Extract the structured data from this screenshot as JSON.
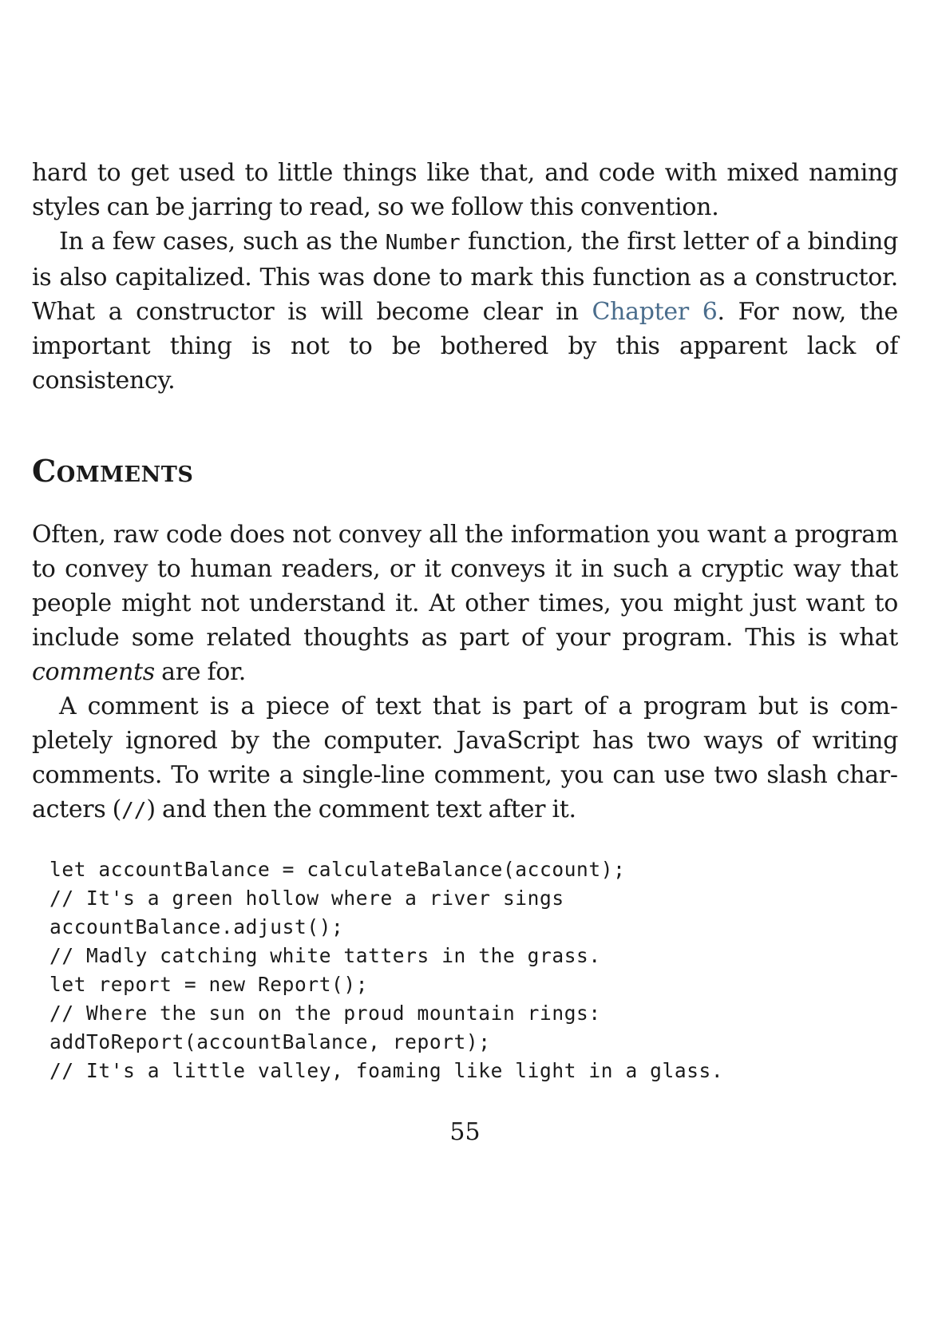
{
  "paragraphs": {
    "p1": "hard to get used to little things like that, and code with mixed naming styles can be jarring to read, so we follow this convention.",
    "p2_before_code": "In a few cases, such as the ",
    "p2_code": "Number",
    "p2_mid": " function, the first letter of a binding is also capitalized. This was done to mark this function as a construc­tor. What a constructor is will become clear in ",
    "p2_link": "Chapter 6",
    "p2_after": ". For now, the important thing is not to be bothered by this apparent lack of consistency.",
    "p3_before": "Often, raw code does not convey all the information you want a program to convey to human readers, or it conveys it in such a cryptic way that people might not understand it. At other times, you might just want to include some related thoughts as part of your program. This is what ",
    "p3_em": "comments",
    "p3_after": " are for.",
    "p4_before": "A comment is a piece of text that is part of a program but is com­pletely ignored by the computer. JavaScript has two ways of writing comments. To write a single-line comment, you can use two slash char­acters (",
    "p4_code": "//",
    "p4_after": ") and then the comment text after it."
  },
  "section": {
    "title": "Comments"
  },
  "code_lines": [
    "let accountBalance = calculateBalance(account);",
    "// It's a green hollow where a river sings",
    "accountBalance.adjust();",
    "// Madly catching white tatters in the grass.",
    "let report = new Report();",
    "// Where the sun on the proud mountain rings:",
    "addToReport(accountBalance, report);",
    "// It's a little valley, foaming like light in a glass."
  ],
  "page_number": "55",
  "colors": {
    "link": "#4a6d8c",
    "text": "#1a1a1a"
  }
}
